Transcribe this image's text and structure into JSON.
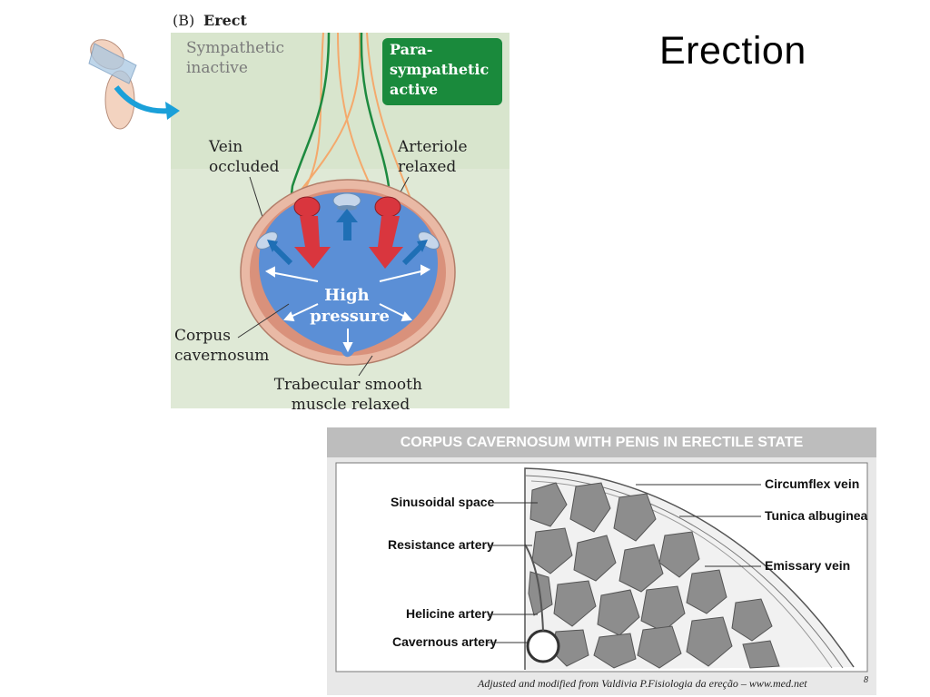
{
  "slide": {
    "title": "Erection"
  },
  "figure_b": {
    "panel_label": "(B)",
    "panel_state": "Erect",
    "sympathetic": [
      "Sympathetic",
      "inactive"
    ],
    "parasympathetic": [
      "Para-",
      "sympathetic",
      "active"
    ],
    "vein_occluded": [
      "Vein",
      "occluded"
    ],
    "arteriole_relaxed": [
      "Arteriole",
      "relaxed"
    ],
    "high_pressure": [
      "High",
      "pressure"
    ],
    "corpus_cavernosum": [
      "Corpus",
      "cavernosum"
    ],
    "trabecular": [
      "Trabecular smooth",
      "muscle relaxed"
    ],
    "colors": {
      "background": "#dfe9d6",
      "green_box": "#1a8a3c",
      "lumen": "#5b8fd6",
      "tunica": "#e9b9a5",
      "red_arrow": "#d9363e",
      "blue_arrow": "#1f6fb5"
    }
  },
  "figure_c": {
    "title": "CORPUS CAVERNOSUM WITH PENIS IN ERECTILE STATE",
    "labels_left": [
      "Sinusoidal space",
      "Resistance artery",
      "Helicine artery",
      "Cavernous artery"
    ],
    "labels_right": [
      "Circumflex vein",
      "Tunica albuginea",
      "Emissary vein"
    ],
    "credit": "Adjusted and modified from Valdivia P.Fisiologia da ereção – www.med.net",
    "page_number": "8"
  }
}
